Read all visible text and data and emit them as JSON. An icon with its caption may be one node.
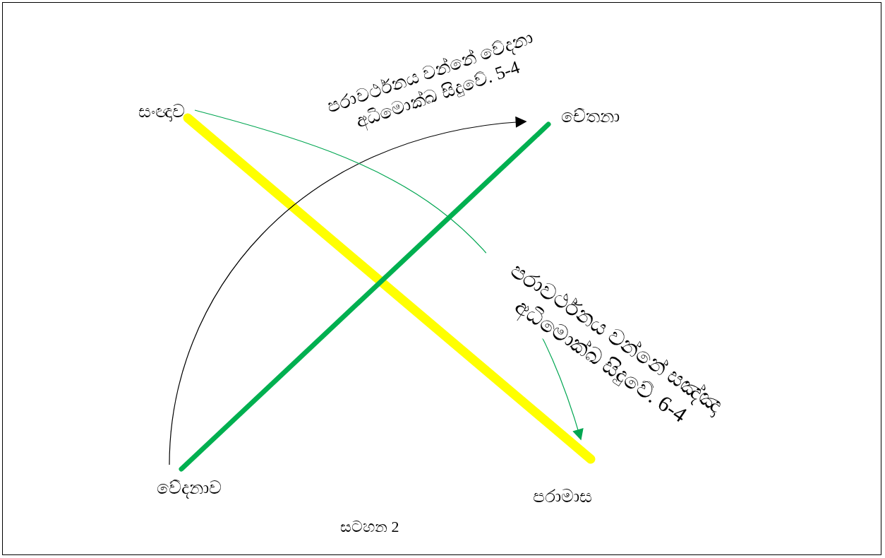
{
  "diagram": {
    "caption": "සටහන 2",
    "nodes": [
      {
        "text": [
          "සංඥාව"
        ]
      },
      {
        "text": [
          "චේතනා"
        ]
      },
      {
        "text": [
          "වේදනාව"
        ]
      },
      {
        "text": [
          "පරාමාස"
        ]
      }
    ],
    "edges": [
      {
        "from": 0,
        "to": 3,
        "arrow": "none",
        "style": "thick",
        "color": "#ffff00"
      },
      {
        "from": 2,
        "to": 1,
        "arrow": "none",
        "style": "thick",
        "color": "#00b050"
      },
      {
        "from": 2,
        "to": 1,
        "arrow": "to",
        "color": "#000000",
        "label": "පරාවර්ථනය වන්නේ වේදනා අධිමොක්ඛ සිදුවේ. 5-4"
      },
      {
        "from": 0,
        "to": 3,
        "arrow": "to",
        "color": "#00a651",
        "label": "පරාවර්ථනය වන්නේ සඤ්ඤා අධිමොක්ඛ සිදුවේ. 6-4"
      }
    ]
  }
}
